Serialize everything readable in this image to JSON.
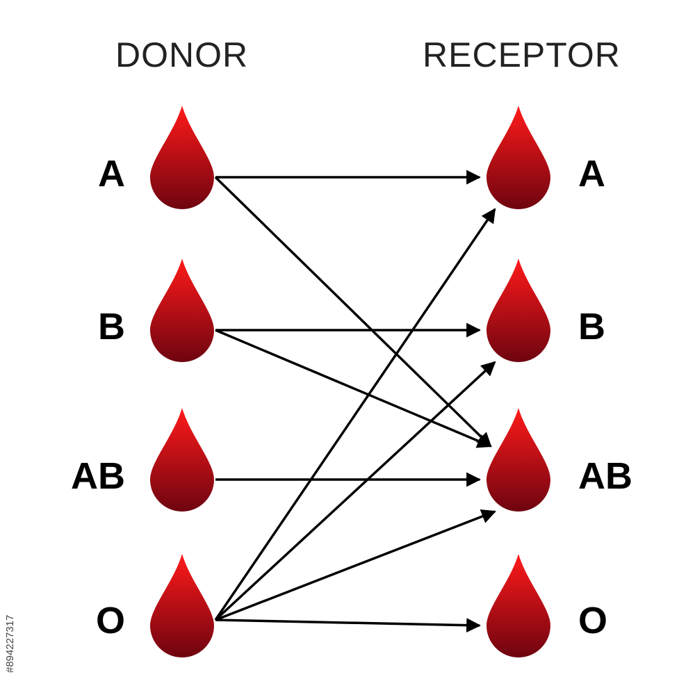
{
  "headers": {
    "donor": "DONOR",
    "receptor": "RECEPTOR"
  },
  "donors": [
    {
      "label": "A"
    },
    {
      "label": "B"
    },
    {
      "label": "AB"
    },
    {
      "label": "O"
    }
  ],
  "receptors": [
    {
      "label": "A"
    },
    {
      "label": "B"
    },
    {
      "label": "AB"
    },
    {
      "label": "O"
    }
  ],
  "compatibility": [
    {
      "from": "A",
      "to": "A"
    },
    {
      "from": "A",
      "to": "AB"
    },
    {
      "from": "B",
      "to": "B"
    },
    {
      "from": "B",
      "to": "AB"
    },
    {
      "from": "AB",
      "to": "AB"
    },
    {
      "from": "O",
      "to": "A"
    },
    {
      "from": "O",
      "to": "B"
    },
    {
      "from": "O",
      "to": "AB"
    },
    {
      "from": "O",
      "to": "O"
    }
  ],
  "colors": {
    "drop_top": "#ff1a1a",
    "drop_bottom": "#6e0410",
    "arrow": "#000000"
  },
  "watermark": "#894227317"
}
